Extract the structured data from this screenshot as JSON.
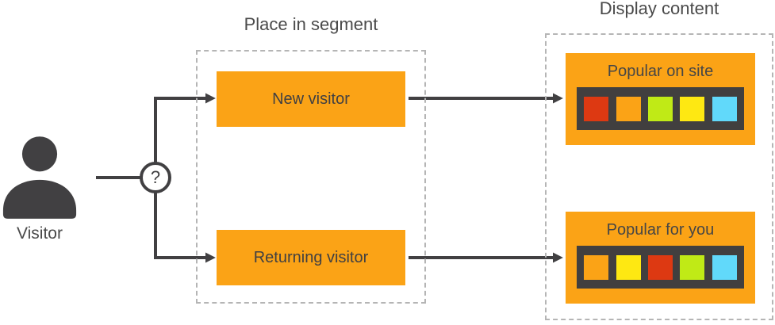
{
  "visitor": {
    "icon": "person-icon",
    "label": "Visitor"
  },
  "decision": {
    "symbol": "?"
  },
  "segment": {
    "title": "Place in segment",
    "nodes": [
      {
        "label": "New visitor"
      },
      {
        "label": "Returning visitor"
      }
    ]
  },
  "display": {
    "title": "Display content",
    "cards": [
      {
        "title": "Popular on site",
        "tiles": [
          "#dd3912",
          "#fba316",
          "#c0ea16",
          "#fee812",
          "#61d9fa"
        ]
      },
      {
        "title": "Popular for you",
        "tiles": [
          "#fba316",
          "#fee812",
          "#dd3912",
          "#c0ea16",
          "#61d9fa"
        ]
      }
    ]
  },
  "colors": {
    "node_fill": "#fba316",
    "strip_fill": "#413f3f",
    "line": "#414042",
    "dashed_border": "#b5b5b5",
    "title_text": "#4a4a4a",
    "label_text": "#414042"
  }
}
